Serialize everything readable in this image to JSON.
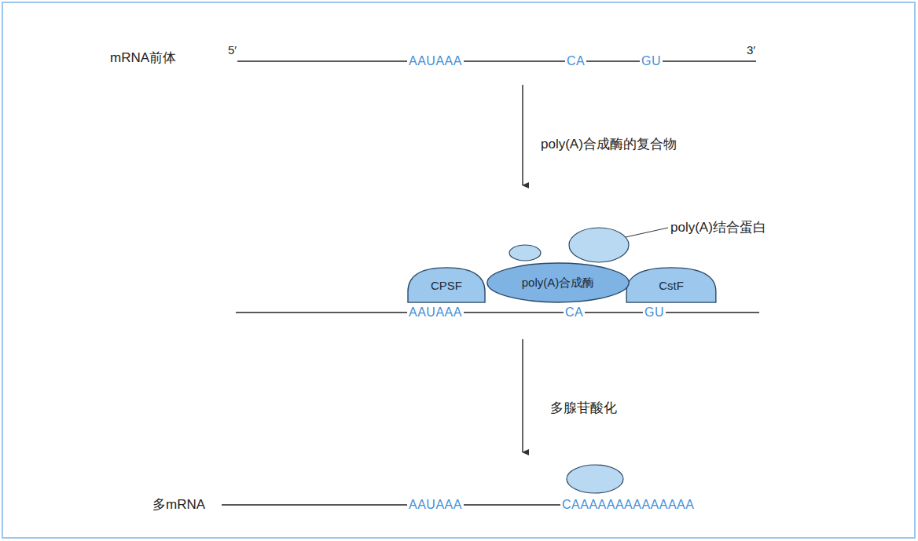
{
  "diagram": {
    "nodes": [
      {
        "text": [
          "CPSF"
        ]
      },
      {
        "text": [
          "poly(A)合成酶"
        ]
      },
      {
        "text": [
          "CstF"
        ]
      }
    ],
    "labels": [
      "mRNA前体",
      "5′",
      "AAUAAA",
      "CA",
      "GU",
      "3′",
      "poly(A)合成酶的复合物",
      "poly(A)结合蛋白",
      "AAUAAA",
      "CA",
      "GU",
      "多腺苷酸化",
      "多mRNA",
      "AAUAAA",
      "CAAAAAAAAAAAAAA"
    ]
  }
}
